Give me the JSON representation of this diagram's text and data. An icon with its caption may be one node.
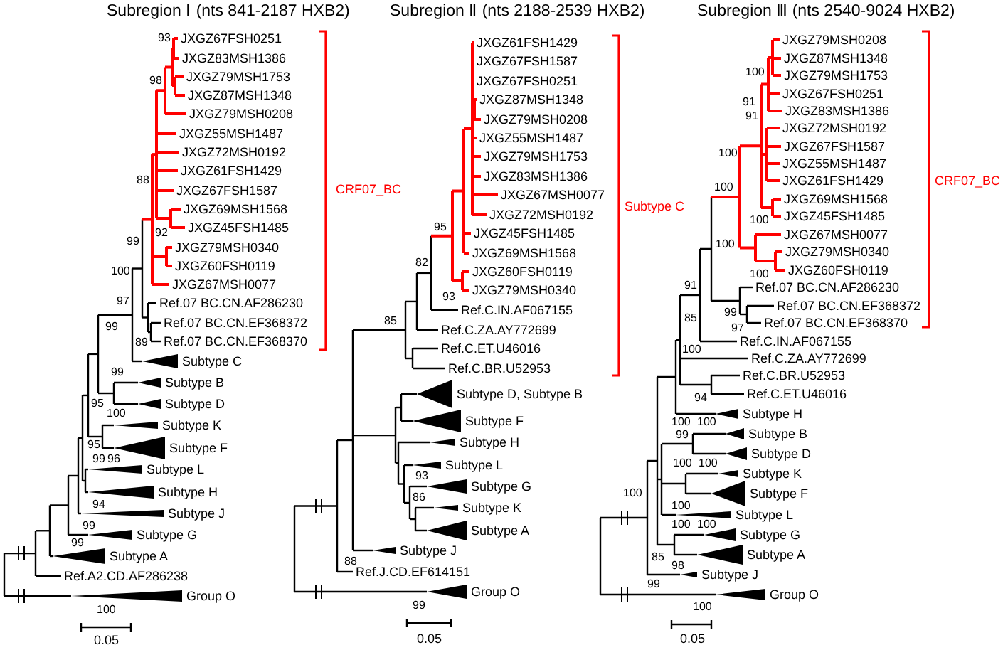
{
  "diagram": {
    "labels": [
      "Subregion Ⅰ (nts 841-2187 HXB2)",
      "93",
      "JXGZ67FSH0251",
      "JXGZ83MSH1386",
      "JXGZ79MSH1753",
      "98",
      "JXGZ87MSH1348",
      "JXGZ79MSH0208",
      "JXGZ55MSH1487",
      "JXGZ72MSH0192",
      "JXGZ61FSH1429",
      "88",
      "CRF07_BC",
      "JXGZ67FSH1587",
      "JXGZ69MSH1568",
      "JXGZ45FSH1485",
      "92",
      "99",
      "JXGZ79MSH0340",
      "JXGZ60FSH0119",
      "100",
      "97",
      "JXGZ67MSH0077",
      "Ref.07 BC.CN.AF286230",
      "99",
      "Ref.07 BC.CN.EF368372",
      "89",
      "Ref.07 BC.CN.EF368370",
      "Subtype C",
      "99",
      "Subtype B",
      "Subtype D",
      "95",
      "100",
      "Subtype K",
      "Subtype F",
      "95",
      "99",
      "96",
      "Subtype L",
      "Subtype H",
      "94",
      "Subtype J",
      "99",
      "Subtype G",
      "99",
      "Subtype A",
      "Ref.A2.CD.AF286238",
      "Group O",
      "100",
      "0.05",
      "Subregion Ⅱ (nts 2188-2539 HXB2)",
      "JXGZ61FSH1429",
      "JXGZ67FSH1587",
      "JXGZ67FSH0251",
      "JXGZ87MSH1348",
      "JXGZ79MSH0208",
      "JXGZ55MSH1487",
      "JXGZ79MSH1753",
      "JXGZ83MSH1386",
      "JXGZ67MSH0077",
      "Subtype C",
      "JXGZ72MSH0192",
      "JXGZ45FSH1485",
      "95",
      "JXGZ69MSH1568",
      "82",
      "JXGZ60FSH0119",
      "JXGZ79MSH0340",
      "93",
      "Ref.C.IN.AF067155",
      "85",
      "Ref.C.ZA.AY772699",
      "Ref.C.ET.U46016",
      "Ref.C.BR.U52953",
      "Subtype D, Subtype B",
      "Subtype F",
      "Subtype H",
      "Subtype L",
      "93",
      "Subtype G",
      "86",
      "Subtype K",
      "Subtype A",
      "Subtype J",
      "88",
      "Ref.J.CD.EF614151",
      "Group O",
      "99",
      "0.05",
      "Subregion Ⅲ (nts 2540-9024 HXB2)",
      "JXGZ79MSH0208",
      "JXGZ87MSH1348",
      "100",
      "JXGZ79MSH1753",
      "JXGZ67FSH0251",
      "91",
      "JXGZ83MSH1386",
      "91",
      "JXGZ72MSH0192",
      "JXGZ67FSH1587",
      "100",
      "JXGZ55MSH1487",
      "JXGZ61FSH1429",
      "CRF07_BC",
      "100",
      "JXGZ69MSH1568",
      "JXGZ45FSH1485",
      "100",
      "JXGZ67MSH0077",
      "100",
      "JXGZ79MSH0340",
      "JXGZ60FSH0119",
      "100",
      "Ref.07 BC.CN.AF286230",
      "91",
      "Ref.07 BC.CN.EF368372",
      "99",
      "85",
      "Ref.07 BC.CN.EF368370",
      "97",
      "Ref.C.IN.AF067155",
      "100",
      "Ref.C.ZA.AY772699",
      "Ref.C.BR.U52953",
      "Ref.C.ET.U46016",
      "94",
      "Subtype H",
      "100",
      "100",
      "99",
      "Subtype B",
      "Subtype D",
      "100",
      "100",
      "Subtype K",
      "100",
      "Subtype F",
      "100",
      "Subtype L",
      "100",
      "100",
      "Subtype G",
      "Subtype A",
      "85",
      "98",
      "Subtype J",
      "99",
      "Group O",
      "100",
      "0.05"
    ]
  }
}
